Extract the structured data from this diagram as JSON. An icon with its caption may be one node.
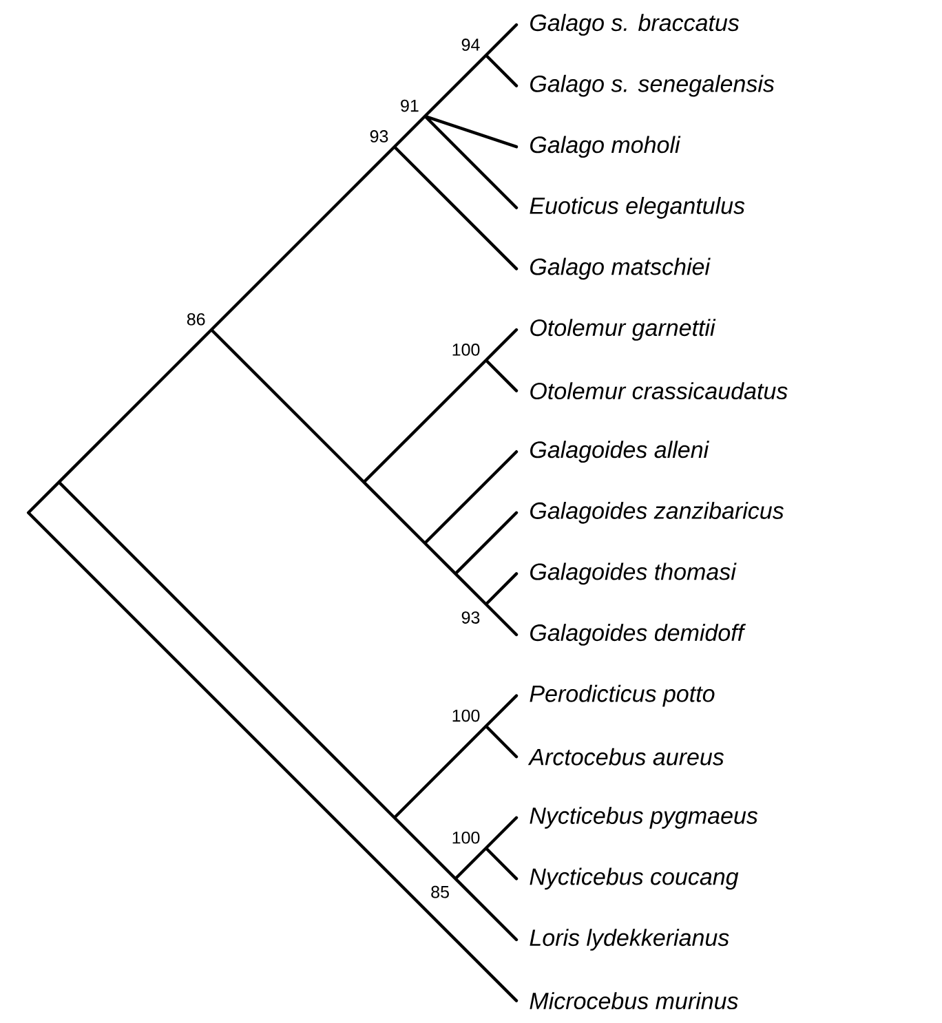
{
  "diagram": {
    "labels": [
      "Galago s. braccatus",
      "94",
      "91",
      "Galago s. senegalensis",
      "93",
      "Galago moholi",
      "Euoticus elegantulus",
      "Galago matschiei",
      "86",
      "100",
      "Otolemur garnettii",
      "Otolemur crassicaudatus",
      "Galagoides alleni",
      "Galagoides zanzibaricus",
      "Galagoides thomasi",
      "93",
      "Galagoides demidoff",
      "100",
      "Perodicticus potto",
      "Arctocebus aureus",
      "100",
      "Nycticebus pygmaeus",
      "Nycticebus coucang",
      "85",
      "Loris lydekkerianus",
      "Microcebus murinus"
    ]
  }
}
